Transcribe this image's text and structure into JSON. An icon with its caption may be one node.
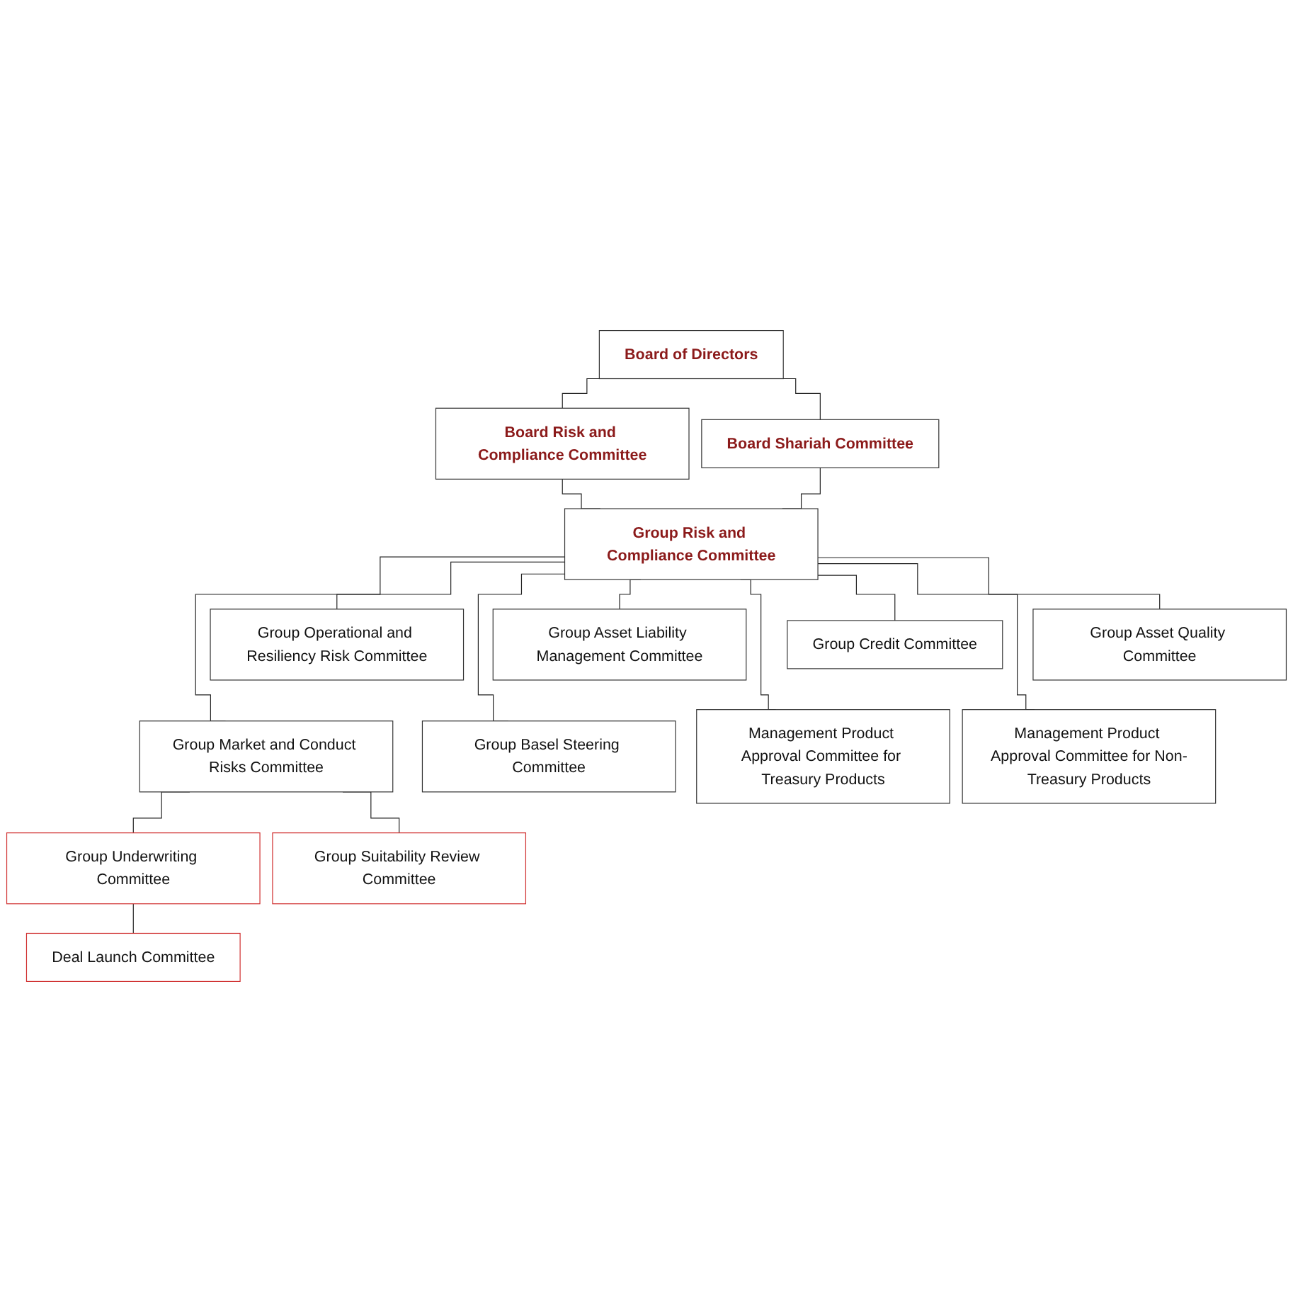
{
  "diagram": {
    "nodes": [
      {
        "text": [
          "Board of Directors"
        ]
      },
      {
        "text": [
          "Board Risk and Compliance Committee"
        ]
      },
      {
        "text": [
          "Board Shariah Committee"
        ]
      },
      {
        "text": [
          "Group Risk and Compliance Committee"
        ]
      },
      {
        "text": [
          "Group Operational and Resiliency Risk Committee"
        ]
      },
      {
        "text": [
          "Group Asset Liability Management Committee"
        ]
      },
      {
        "text": [
          "Group Credit Committee"
        ]
      },
      {
        "text": [
          "Group Asset Quality Committee"
        ]
      },
      {
        "text": [
          "Group Market and Conduct Risks Committee"
        ]
      },
      {
        "text": [
          "Group Underwriting Committee"
        ]
      },
      {
        "text": [
          "Deal Launch Committee"
        ]
      },
      {
        "text": [
          "Group Suitability Review Committee"
        ]
      },
      {
        "text": [
          "Group Basel Steering Committee"
        ]
      },
      {
        "text": [
          "Management Product Approval Committee for Treasury Products"
        ]
      },
      {
        "text": [
          "Management Product Approval Committee for Non-Treasury Products"
        ]
      }
    ],
    "edges": [
      {
        "from": 0,
        "to": 1,
        "arrow": "none"
      },
      {
        "from": 0,
        "to": 2,
        "arrow": "none"
      },
      {
        "from": 1,
        "to": 3,
        "arrow": "none"
      },
      {
        "from": 2,
        "to": 3,
        "arrow": "none"
      },
      {
        "from": 3,
        "to": 4,
        "arrow": "none"
      },
      {
        "from": 3,
        "to": 5,
        "arrow": "none"
      },
      {
        "from": 3,
        "to": 6,
        "arrow": "none"
      },
      {
        "from": 3,
        "to": 7,
        "arrow": "none"
      },
      {
        "from": 3,
        "to": 8,
        "arrow": "none"
      },
      {
        "from": 8,
        "to": 9,
        "arrow": "none"
      },
      {
        "from": 9,
        "to": 10,
        "arrow": "none"
      },
      {
        "from": 8,
        "to": 11,
        "arrow": "none"
      },
      {
        "from": 3,
        "to": 12,
        "arrow": "none"
      },
      {
        "from": 3,
        "to": 13,
        "arrow": "none"
      },
      {
        "from": 3,
        "to": 14,
        "arrow": "none"
      }
    ]
  }
}
